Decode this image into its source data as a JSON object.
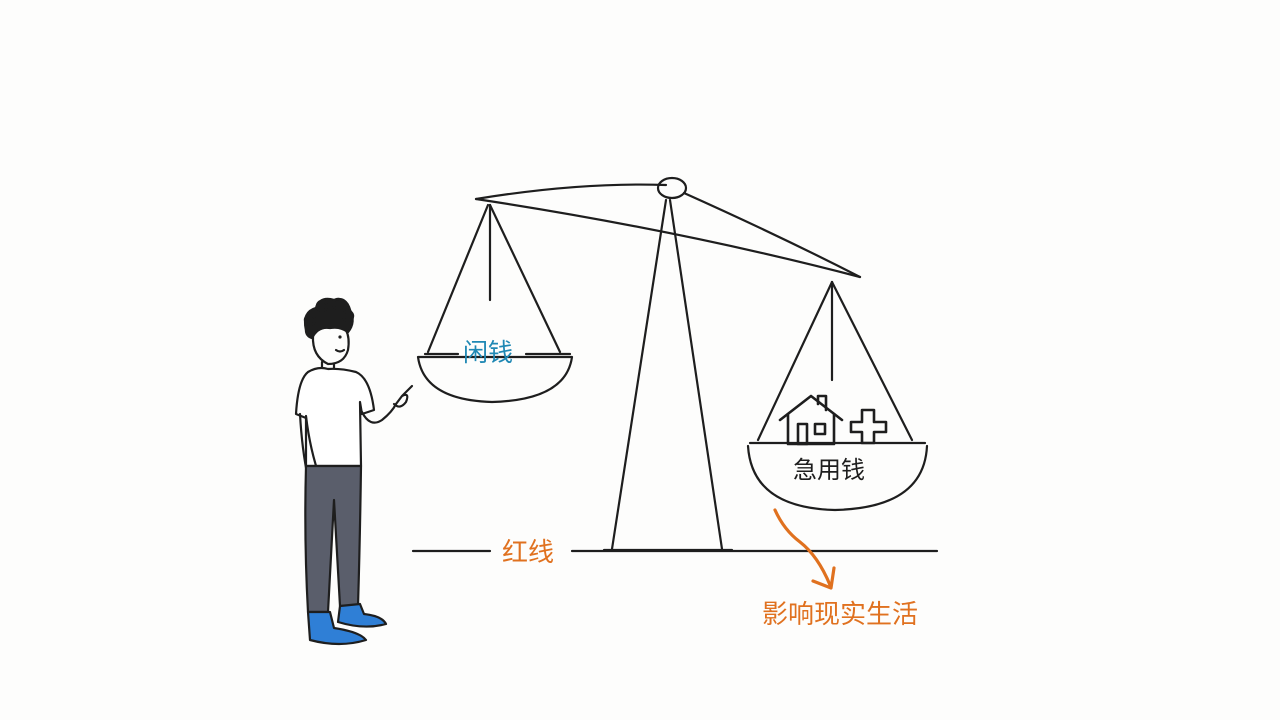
{
  "labels": {
    "idle_money": "闲钱",
    "emergency_money": "急用钱",
    "red_line": "红线",
    "impact": "影响现实生活"
  },
  "colors": {
    "idle_money": "#1f88b4",
    "emergency_money": "#1e1e1e",
    "red_line": "#e0711f",
    "impact": "#e0711f",
    "ink": "#1e1e1e",
    "pants": "#5a5e6b",
    "shoes": "#2f7fd6"
  },
  "icons": [
    "house-icon",
    "medical-cross-icon",
    "curved-arrow-icon",
    "pointing-hand-icon"
  ]
}
